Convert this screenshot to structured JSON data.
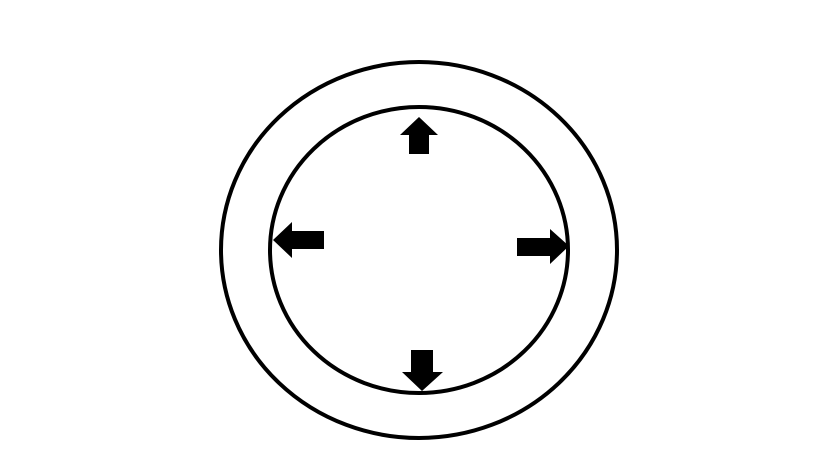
{
  "diagram": {
    "outer_circle_label": "",
    "inner_circle_label": "",
    "arrow_directions": [
      "up",
      "right",
      "down",
      "left"
    ],
    "colors": {
      "stroke": "#000000",
      "background": "#ffffff"
    }
  }
}
